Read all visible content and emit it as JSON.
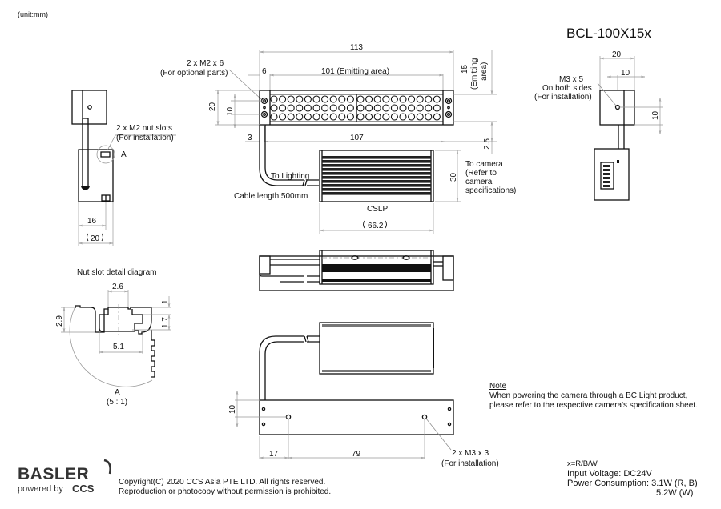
{
  "header": {
    "unit": "(unit:mm)",
    "model": "BCL-100X15x"
  },
  "side_view": {
    "nut_slots_label_1": "2 x M2 nut slots",
    "nut_slots_label_2": "(For installation)",
    "detail_marker": "A",
    "dim_inner_width": "16",
    "dim_outer_width": "20"
  },
  "front_view": {
    "screw_label_1": "2 x M2 x 6",
    "screw_label_2": "(For optional parts)",
    "dim_total_length": "113",
    "dim_offset": "6",
    "dim_emitting": "101 (Emitting area)",
    "dim_height": "20",
    "dim_half_height": "10",
    "dim_emit_height_1": "15",
    "dim_emit_height_2": "(Emitting",
    "dim_emit_height_3": "area)",
    "dim_bottom_offset": "2.5",
    "dim_hole_offset": "3",
    "dim_hole_span": "107",
    "led_rows": 3,
    "led_cols_per_block": 10,
    "led_blocks": 2
  },
  "controller": {
    "to_lighting": "To Lighting",
    "cable_length": "Cable length 500mm",
    "name": "CSLP",
    "dim_width": "66.2",
    "dim_height": "30",
    "to_camera_1": "To camera",
    "to_camera_2": "(Refer to",
    "to_camera_3": "camera",
    "to_camera_4": "specifications)"
  },
  "end_view": {
    "dim_width": "20",
    "dim_half_width": "10",
    "dim_hole_height": "10",
    "screw_label_1": "M3 x 5",
    "screw_label_2": "On both sides",
    "screw_label_3": "(For installation)"
  },
  "nut_detail": {
    "title": "Nut slot detail diagram",
    "dim_slot_width": "2.6",
    "dim_depth_top": "1",
    "dim_slot_height": "1.7",
    "dim_total_height": "2.9",
    "dim_inner_width": "5.1",
    "label": "A",
    "scale": "(5 : 1)"
  },
  "bottom_view": {
    "dim_hole_height": "10",
    "dim_left_offset": "17",
    "dim_hole_span": "79",
    "screw_label_1": "2 x M3 x 3",
    "screw_label_2": "(For installation)"
  },
  "note": {
    "title": "Note",
    "line1": "When powering the camera through a BC Light product,",
    "line2": "please refer to the respective camera's specification sheet."
  },
  "specs": {
    "variant": "x=R/B/W",
    "voltage": "Input Voltage: DC24V",
    "power_1": "Power Consumption: 3.1W (R, B)",
    "power_2": "5.2W (W)"
  },
  "footer": {
    "logo_main": "BASLER",
    "logo_sub": "powered by",
    "logo_ccs": "CCS",
    "copyright_1": "Copyright(C) 2020 CCS Asia PTE LTD. All rights reserved.",
    "copyright_2": "Reproduction or photocopy without permission is prohibited."
  },
  "colors": {
    "line": "#111111",
    "dimension": "#999999",
    "logo": "#333333"
  }
}
